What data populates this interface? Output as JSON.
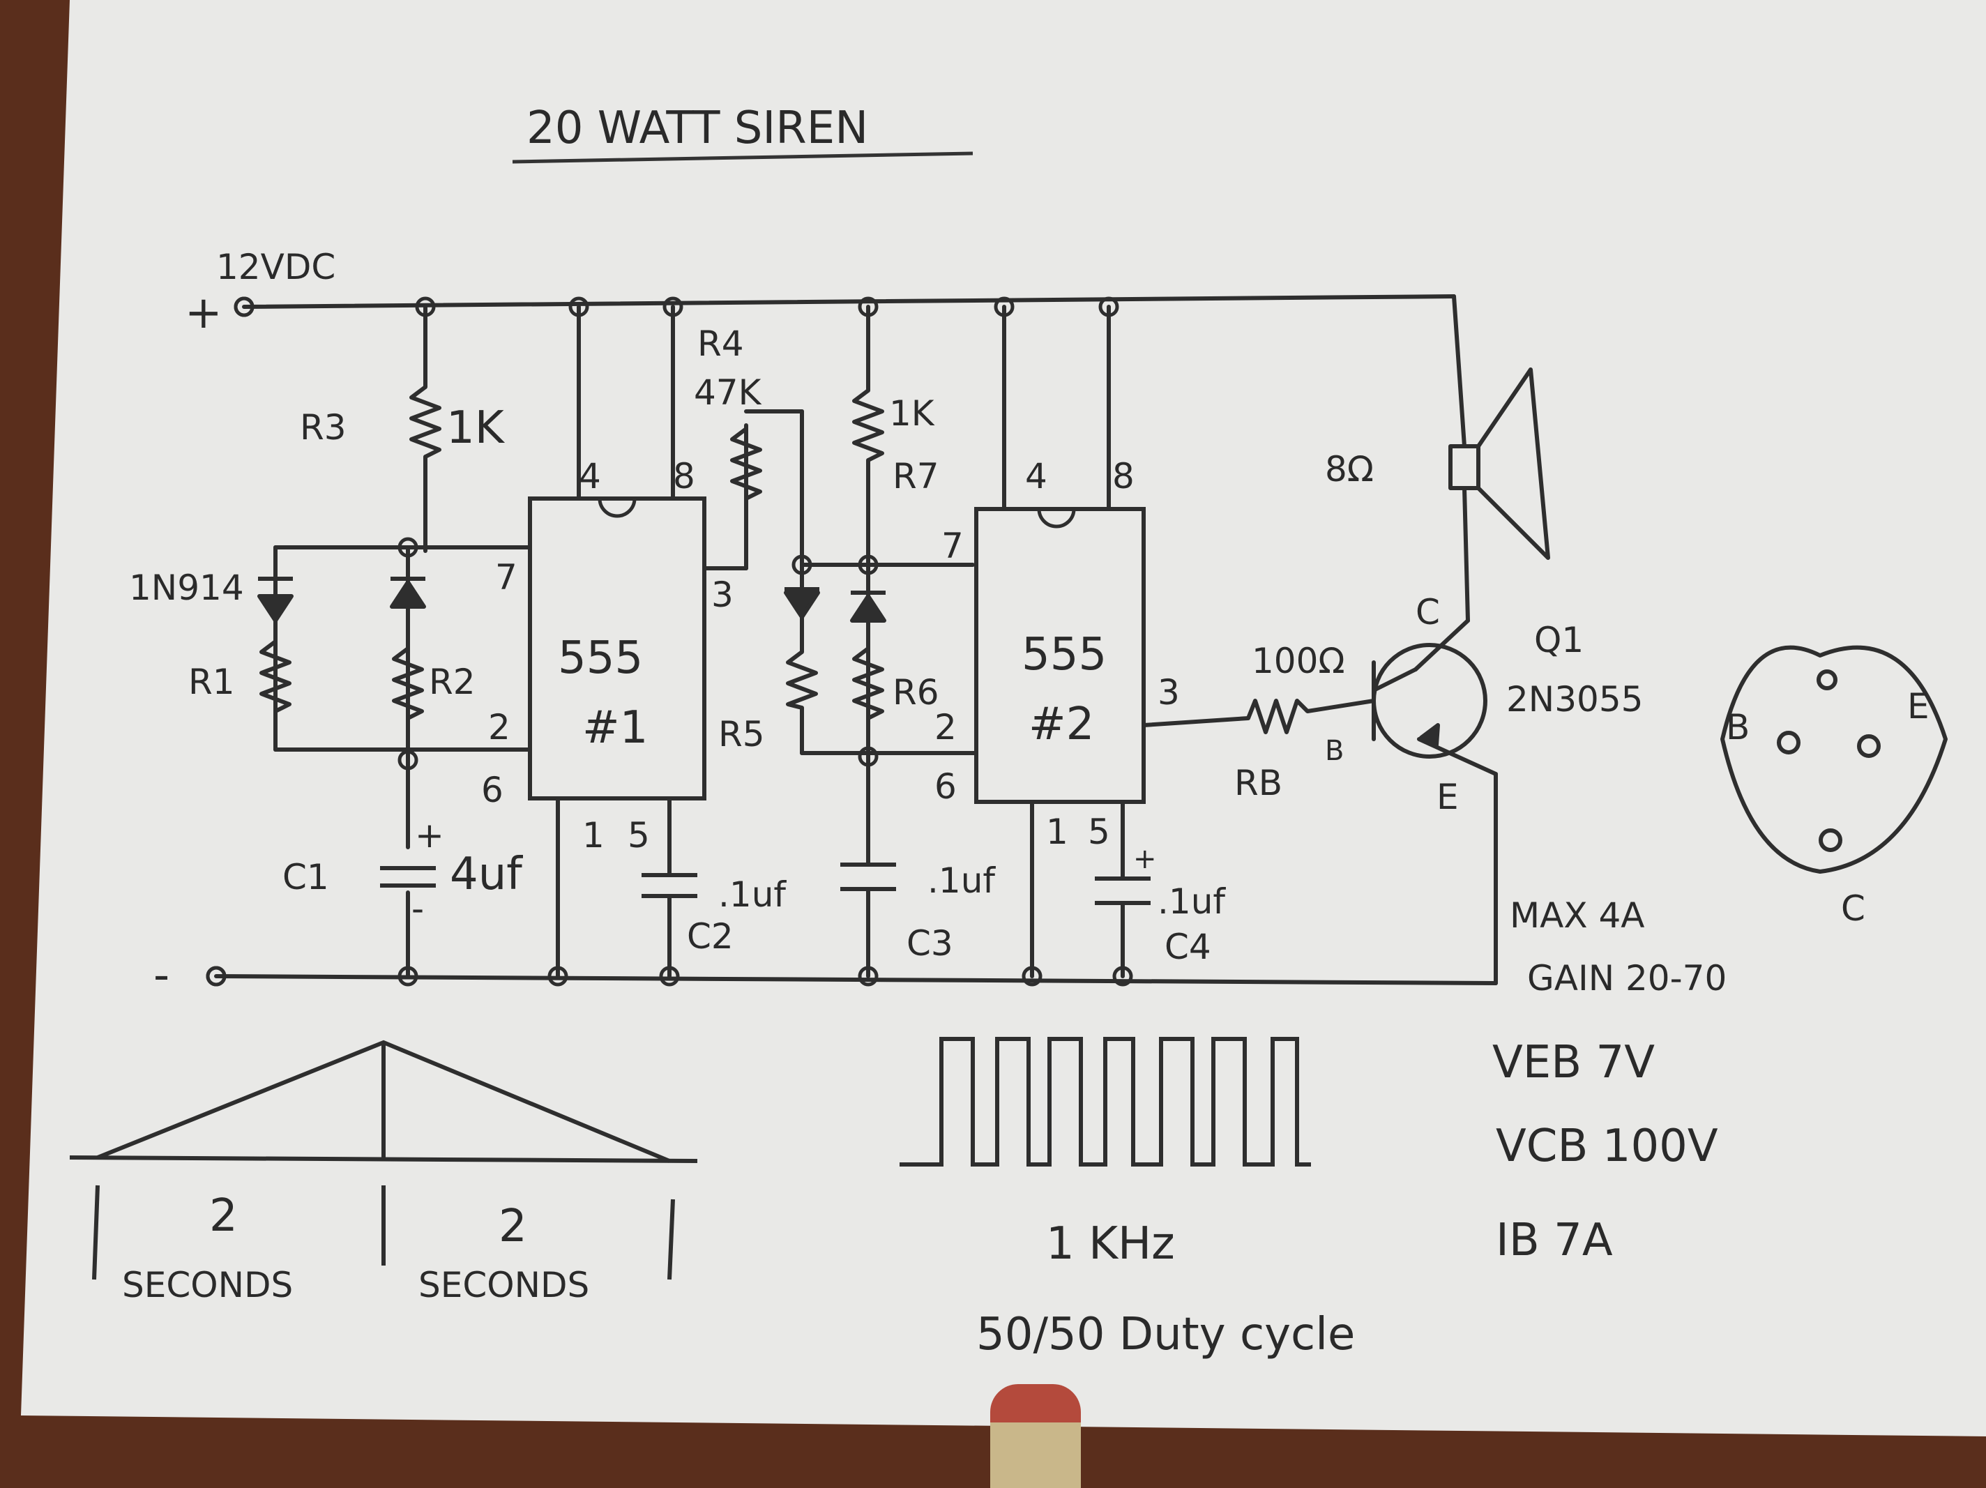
{
  "title": "20 WATT SIREN",
  "supply": {
    "voltage": "12VDC",
    "plus": "+",
    "minus": "-"
  },
  "chips": [
    {
      "name": "555",
      "number": "#1",
      "pins": {
        "p4": "4",
        "p8": "8",
        "p7": "7",
        "p3": "3",
        "p2": "2",
        "p6": "6",
        "p1": "1",
        "p5": "5"
      }
    },
    {
      "name": "555",
      "number": "#2",
      "pins": {
        "p4": "4",
        "p8": "8",
        "p7": "7",
        "p3": "3",
        "p2": "2",
        "p6": "6",
        "p1": "1",
        "p5": "5"
      }
    }
  ],
  "parts": {
    "r3": "R3",
    "r3_value": "1K",
    "d1": "1N914",
    "r1": "R1",
    "r2": "R2",
    "c1": "C1",
    "c1_value": "4uf",
    "c1_plus": "+",
    "c1_minus": "-",
    "c2": "C2",
    "c2_value": ".1uf",
    "r4": "R4",
    "r4_value": "47K",
    "r7": "R7",
    "r7_value": "1K",
    "r5": "R5",
    "r6": "R6",
    "c3": "C3",
    "c3_value": ".1uf",
    "c4": "C4",
    "c4_value": ".1uf",
    "c4_plus": "+",
    "rb": "RB",
    "rb_value": "100Ω",
    "speaker_value": "8Ω",
    "q1": "Q1",
    "q1_type": "2N3055",
    "q_c": "C",
    "q_b": "B",
    "q_e": "E"
  },
  "package": {
    "b": "B",
    "e": "E",
    "c": "C"
  },
  "specs": [
    {
      "line": "MAX 4A"
    },
    {
      "line": "GAIN 20-70"
    },
    {
      "line": "VEB 7V"
    },
    {
      "line": "VCB 100V"
    },
    {
      "line": "IB 7A"
    }
  ],
  "waveforms": {
    "ramp_left": {
      "value": "2",
      "unit": "SECONDS"
    },
    "ramp_right": {
      "value": "2",
      "unit": "SECONDS"
    },
    "square_freq": "1 KHz",
    "square_duty": "50/50 Duty cycle"
  }
}
